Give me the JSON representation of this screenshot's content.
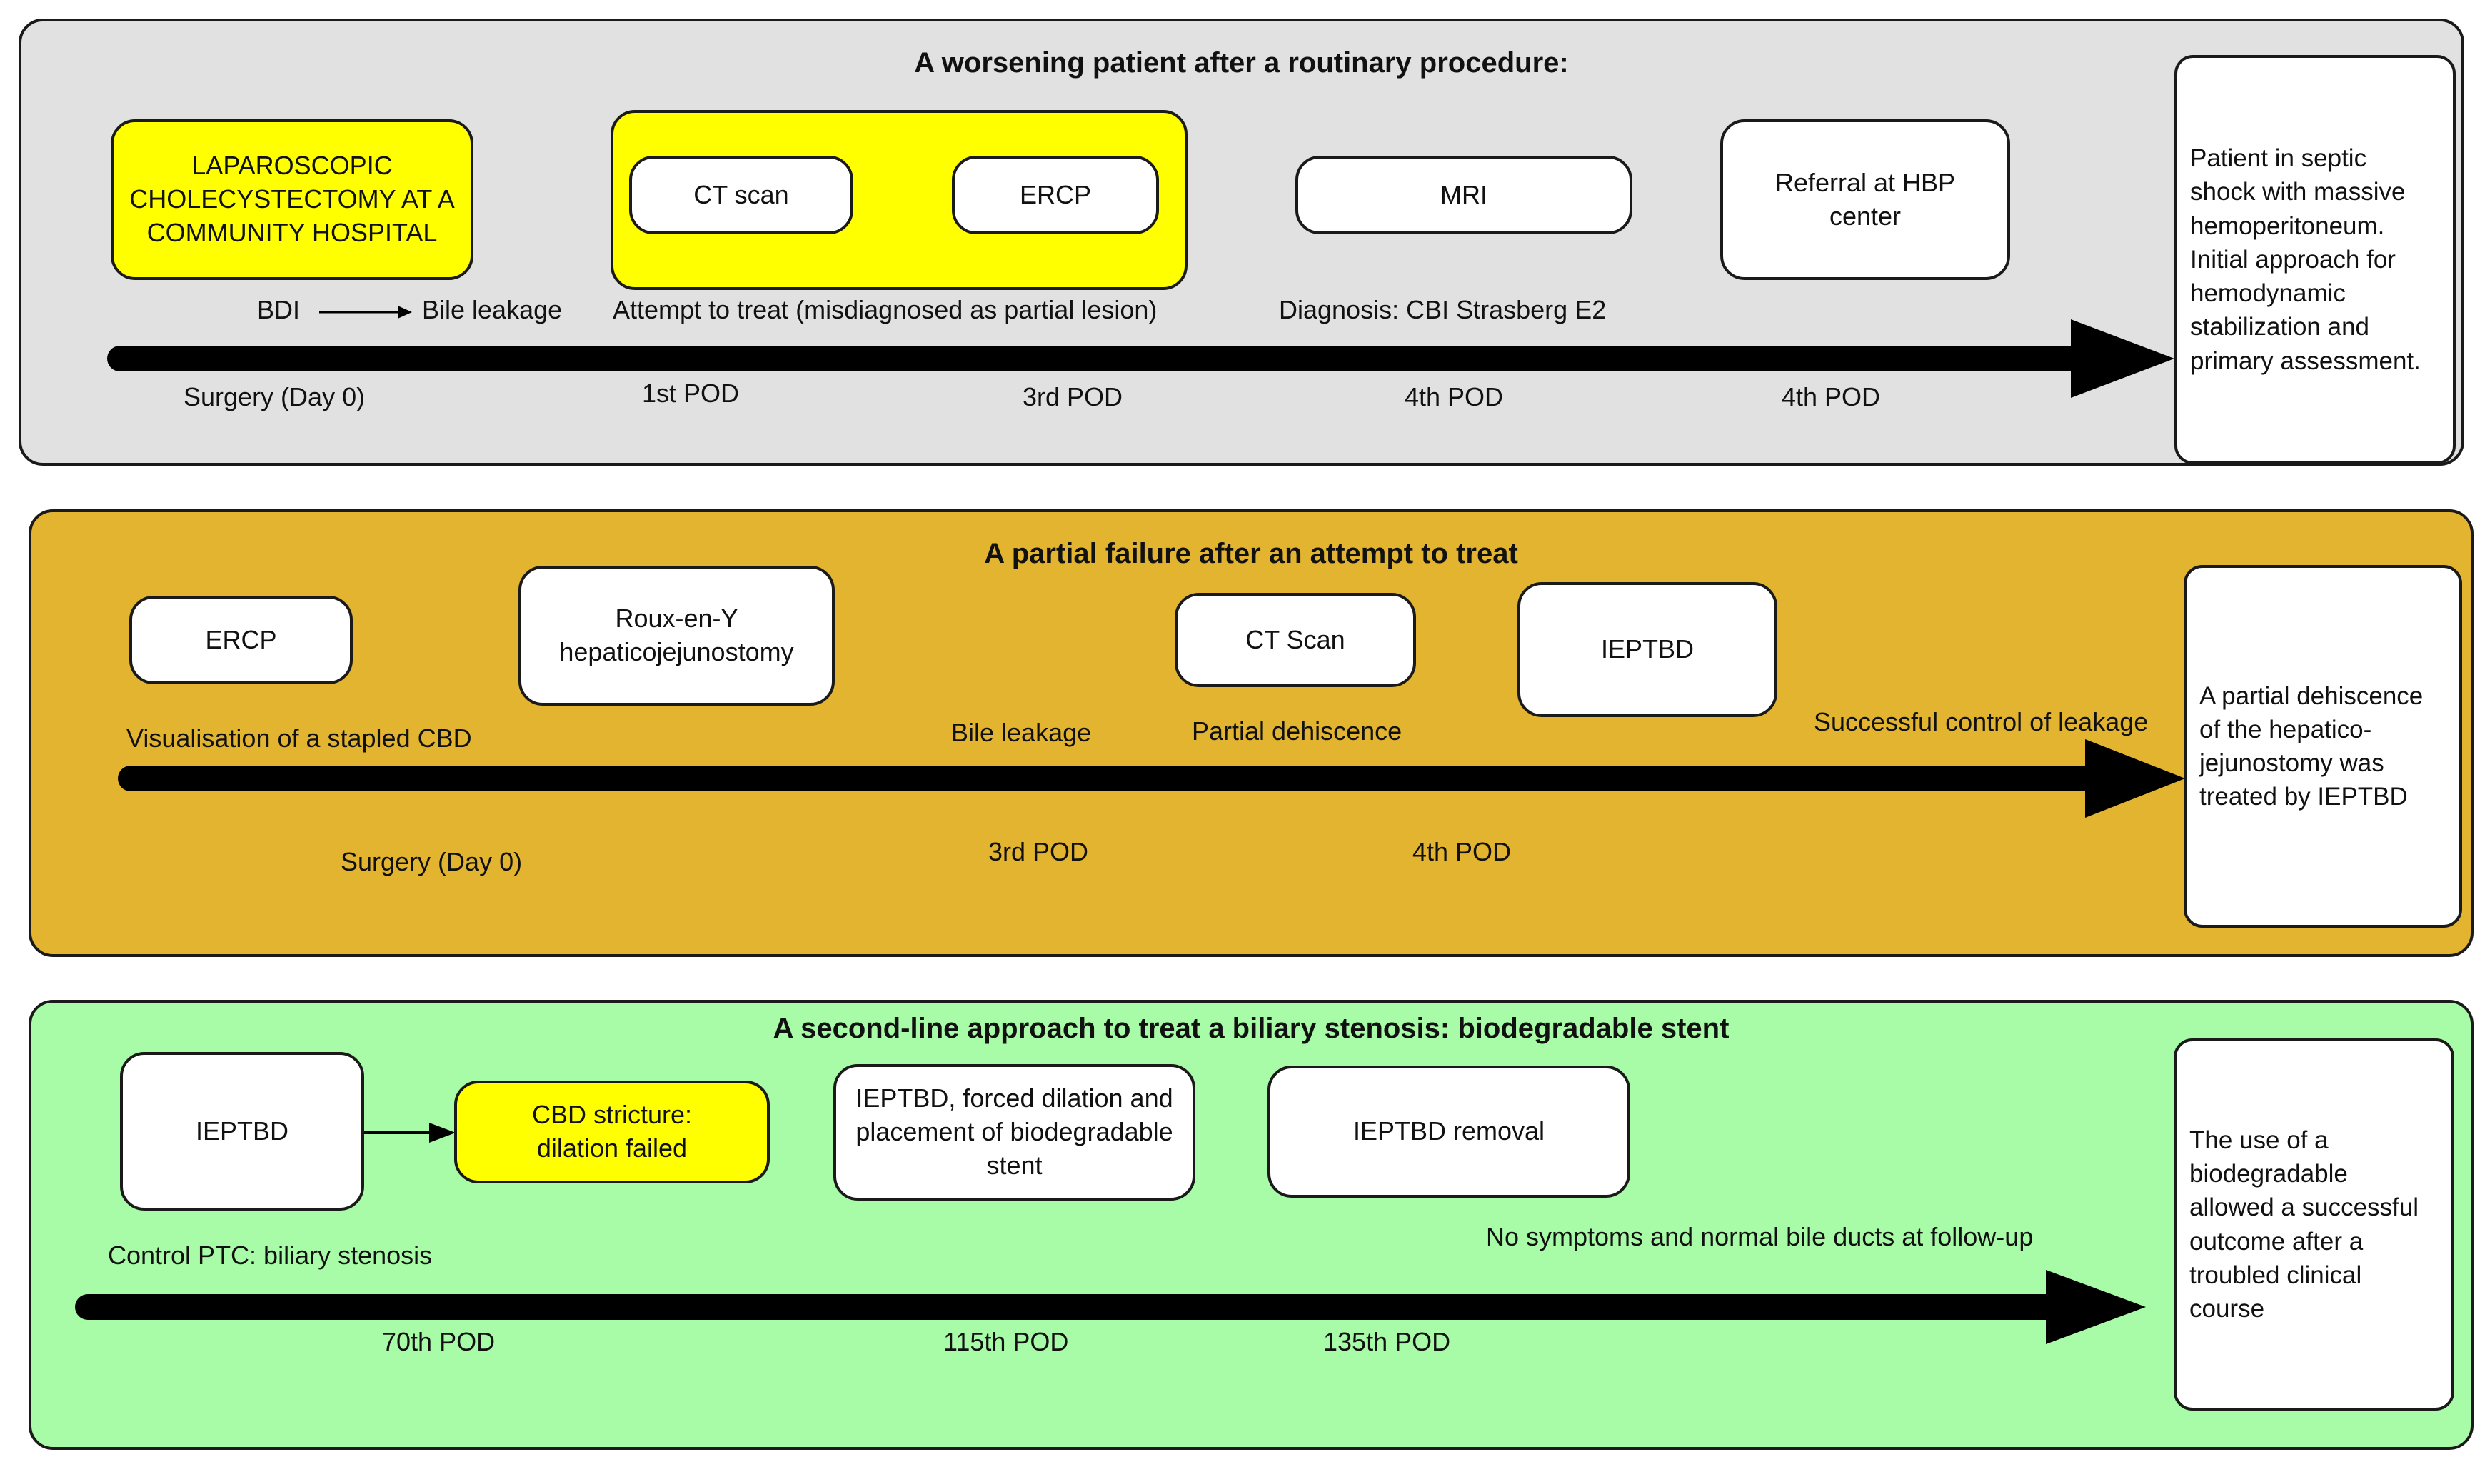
{
  "panels": [
    {
      "title": "A worsening patient after a routinary procedure:",
      "bg": "#e1e1e1",
      "boxes": {
        "lap": "LAPAROSCOPIC\nCHOLECYSTECTOMY AT A\nCOMMUNITY HOSPITAL",
        "ct": "CT scan",
        "ercp": "ERCP",
        "mri": "MRI",
        "referral": "Referral at HBP\ncenter"
      },
      "labels": {
        "bdi": "BDI",
        "bile_leakage": "Bile leakage",
        "attempt": "Attempt to treat (misdiagnosed as partial lesion)",
        "diagnosis": "Diagnosis: CBI Strasberg E2"
      },
      "times": [
        "Surgery (Day 0)",
        "1st POD",
        "3rd POD",
        "4th POD",
        "4th POD"
      ],
      "summary": "Patient in septic\nshock with massive\nhemoperitoneum.\nInitial approach for\nhemodynamic\nstabilization and\nprimary assessment."
    },
    {
      "title": "A partial failure after an attempt to treat",
      "bg": "#e3b42f",
      "boxes": {
        "ercp": "ERCP",
        "roux": "Roux-en-Y\nhepaticojejunostomy",
        "ct": "CT Scan",
        "ieptbd": "IEPTBD"
      },
      "labels": {
        "visualisation": "Visualisation of a stapled CBD",
        "bile_leakage": "Bile leakage",
        "dehiscence": "Partial dehiscence",
        "control": "Successful control of leakage"
      },
      "times": [
        "Surgery (Day 0)",
        "3rd POD",
        "4th POD"
      ],
      "summary": "A partial dehiscence\nof the hepatico-\njejunostomy was\ntreated by IEPTBD"
    },
    {
      "title": "A second-line approach to treat a biliary stenosis: biodegradable stent",
      "bg": "#a9fca7",
      "boxes": {
        "ieptbd": "IEPTBD",
        "stricture": "CBD stricture:\ndilation  failed",
        "forced": "IEPTBD, forced dilation and\nplacement of biodegradable\nstent",
        "removal": "IEPTBD removal"
      },
      "labels": {
        "control_ptc": "Control PTC: biliary stenosis",
        "no_symptoms": "No symptoms and normal bile ducts at follow-up"
      },
      "times": [
        "70th POD",
        "115th POD",
        "135th POD"
      ],
      "summary": "The use of a\nbiodegradable\nallowed a successful\noutcome after a\ntroubled clinical\ncourse"
    }
  ],
  "colors": {
    "highlight": "#ffff00",
    "arrow": "#000000"
  }
}
